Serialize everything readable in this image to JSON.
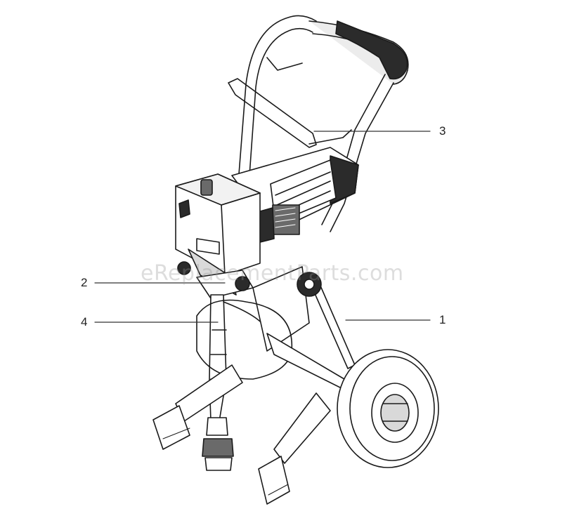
{
  "callouts": [
    {
      "id": "1",
      "label": "1"
    },
    {
      "id": "2",
      "label": "2"
    },
    {
      "id": "3",
      "label": "3"
    },
    {
      "id": "4",
      "label": "4"
    }
  ],
  "watermark": "eReplacementParts.com",
  "colors": {
    "line": "#1a1a1a",
    "dark_fill": "#2b2b2b",
    "mid_fill": "#6a6a6a",
    "light_fill": "#d9d9d9",
    "leader": "#333333"
  }
}
